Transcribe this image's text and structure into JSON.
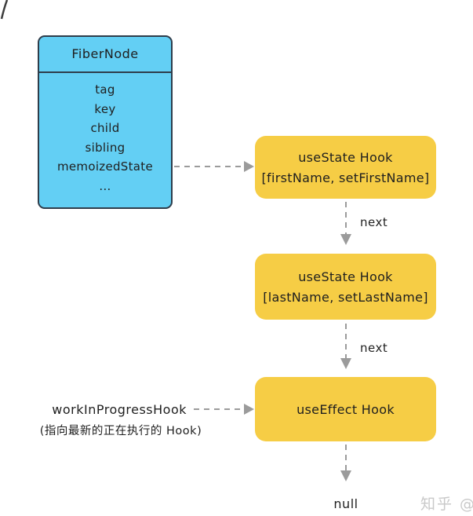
{
  "colors": {
    "background": "#ffffff",
    "fiber_fill": "#63cff4",
    "fiber_border": "#2e3d4b",
    "hook_fill": "#f6cd45",
    "arrow": "#9b9b9b",
    "text": "#1f1f1f",
    "watermark": "#c9c9c9"
  },
  "fiber_node": {
    "title": "FiberNode",
    "fields": [
      "tag",
      "key",
      "child",
      "sibling",
      "memoizedState",
      "..."
    ]
  },
  "hooks": [
    {
      "title": "useState Hook",
      "subtitle": "[firstName, setFirstName]"
    },
    {
      "title": "useState Hook",
      "subtitle": "[lastName, setLastName]"
    },
    {
      "title": "useEffect Hook"
    }
  ],
  "labels": {
    "next1": "next",
    "next2": "next",
    "null_label": "null",
    "work_in_progress": "workInProgressHook",
    "work_in_progress_note": "(指向最新的正在执行的 Hook)",
    "watermark": "知乎 @"
  },
  "icons": {
    "arrow_style": "dashed-gray-arrow"
  }
}
